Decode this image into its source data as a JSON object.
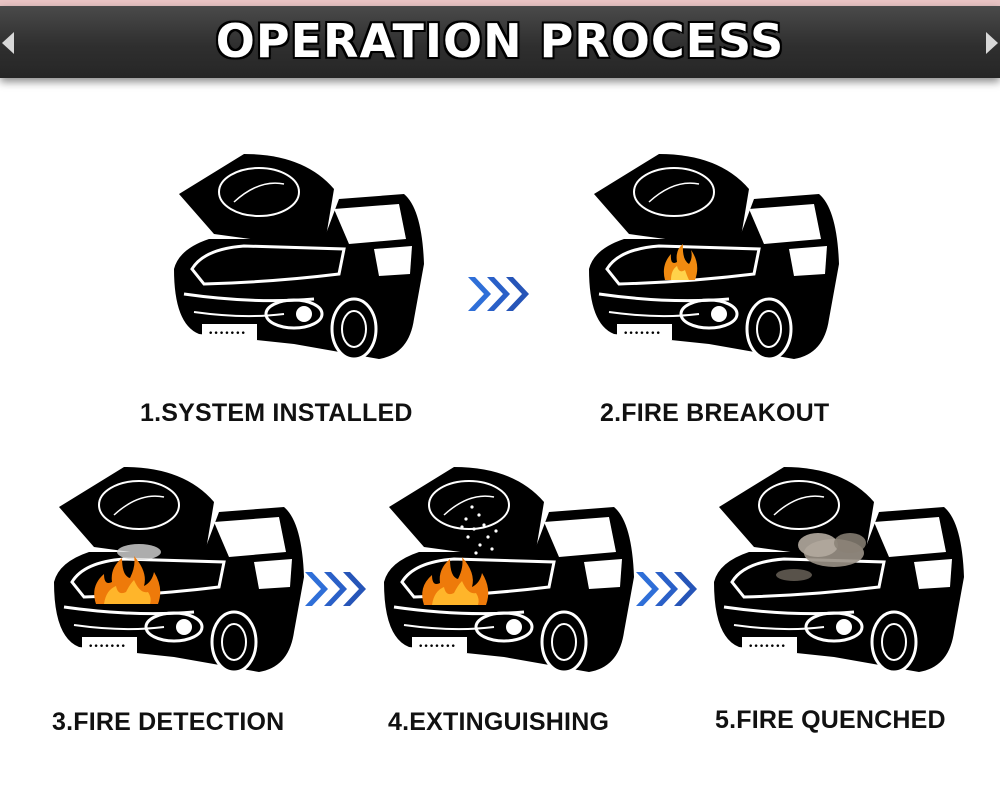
{
  "header": {
    "title": "OPERATION PROCESS"
  },
  "steps": [
    {
      "label": "1.SYSTEM INSTALLED",
      "state": "idle"
    },
    {
      "label": "2.FIRE BREAKOUT",
      "state": "small-fire"
    },
    {
      "label": "3.FIRE DETECTION",
      "state": "large-fire"
    },
    {
      "label": "4.EXTINGUISHING",
      "state": "spray"
    },
    {
      "label": "5.FIRE QUENCHED",
      "state": "smoke"
    }
  ],
  "icons": {
    "arrows": "triple-chevron-right-icon",
    "car": "car-open-hood-icon"
  },
  "colors": {
    "banner": "#2f2f2f",
    "chevron": "#2f6fd8",
    "flame": "#f08a10",
    "smoke": "#9a9186"
  }
}
